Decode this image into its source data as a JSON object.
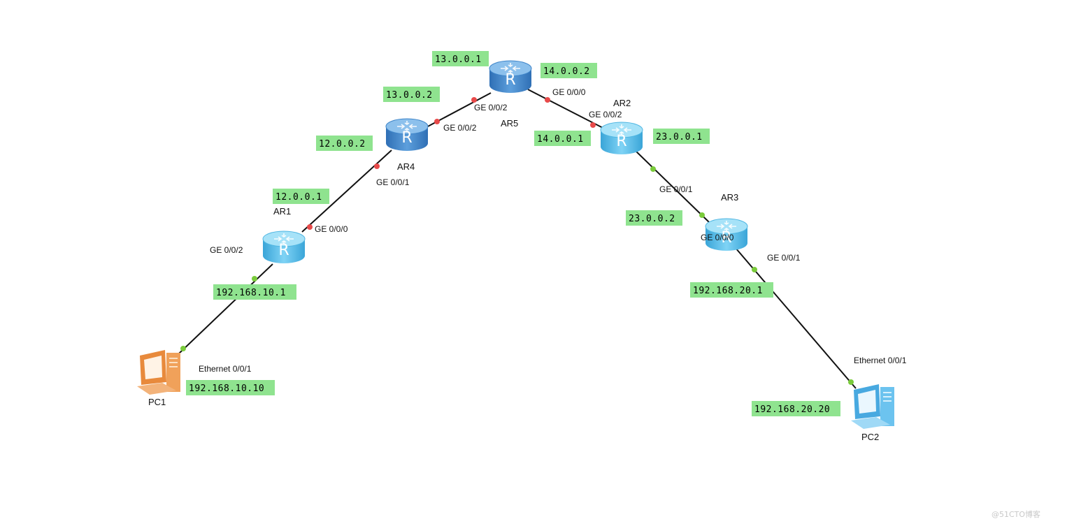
{
  "colors": {
    "link": "#111111",
    "port_down": "#e84a4a",
    "port_up": "#7acb3b",
    "ip_bg": "#8fe38f",
    "router_dark": "#3f85c9",
    "router_light": "#5cc0ea"
  },
  "devices": {
    "ar1": {
      "name": "AR1",
      "icon": "router-icon"
    },
    "ar2": {
      "name": "AR2",
      "icon": "router-icon"
    },
    "ar3": {
      "name": "AR3",
      "icon": "router-icon"
    },
    "ar4": {
      "name": "AR4",
      "icon": "router-icon"
    },
    "ar5": {
      "name": "AR5",
      "icon": "router-icon"
    },
    "pc1": {
      "name": "PC1",
      "icon": "pc-icon"
    },
    "pc2": {
      "name": "PC2",
      "icon": "pc-icon"
    }
  },
  "links": [
    {
      "a": "pc1",
      "b": "ar1",
      "state": "up"
    },
    {
      "a": "ar1",
      "b": "ar4",
      "state": "down"
    },
    {
      "a": "ar4",
      "b": "ar5",
      "state": "down"
    },
    {
      "a": "ar5",
      "b": "ar2",
      "state": "down"
    },
    {
      "a": "ar2",
      "b": "ar3",
      "state": "up"
    },
    {
      "a": "ar3",
      "b": "pc2",
      "state": "up"
    }
  ],
  "ports": {
    "pc1_eth": "Ethernet 0/0/1",
    "ar1_ge002": "GE 0/0/2",
    "ar1_ge000": "GE 0/0/0",
    "ar4_ge001": "GE 0/0/1",
    "ar4_ge002": "GE 0/0/2",
    "ar5_ge002": "GE 0/0/2",
    "ar5_ge000": "GE 0/0/0",
    "ar2_ge002": "GE 0/0/2",
    "ar2_ge001": "GE 0/0/1",
    "ar3_ge000": "GE 0/0/0",
    "ar3_ge001": "GE 0/0/1",
    "pc2_eth": "Ethernet 0/0/1"
  },
  "addresses": {
    "ar5_a": "13.0.0.1",
    "ar5_b": "14.0.0.2",
    "ar4_a": "13.0.0.2",
    "ar4_b": "12.0.0.2",
    "ar1_a": "12.0.0.1",
    "ar1_b": "192.168.10.1",
    "pc1": "192.168.10.10",
    "ar2_a": "14.0.0.1",
    "ar2_b": "23.0.0.1",
    "ar3_a": "23.0.0.2",
    "ar3_b": "192.168.20.1",
    "pc2": "192.168.20.20"
  },
  "watermark": "@51CTO博客"
}
